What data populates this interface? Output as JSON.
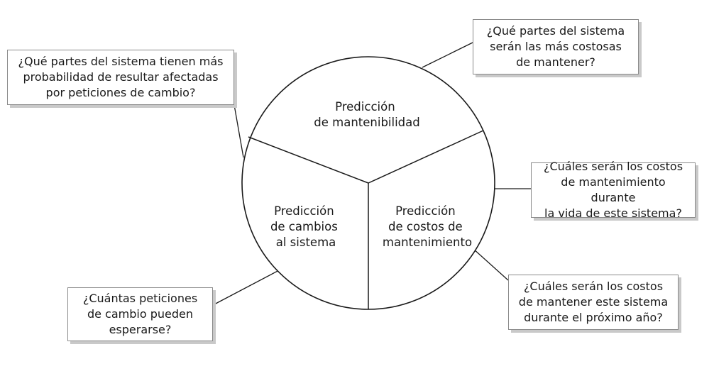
{
  "segments": {
    "top": {
      "lines": [
        "Predicción",
        "de mantenibilidad"
      ]
    },
    "left": {
      "lines": [
        "Predicción",
        "de cambios",
        "al sistema"
      ]
    },
    "right": {
      "lines": [
        "Predicción",
        "de costos de",
        "mantenimiento"
      ]
    }
  },
  "callouts": {
    "top_left": "¿Qué partes del sistema tienen más\nprobabilidad de resultar afectadas\npor peticiones de cambio?",
    "top_right": "¿Qué partes del sistema\nserán las más costosas\nde mantener?",
    "mid_right": "¿Cuáles serán los costos\nde mantenimiento durante\nla vida de este sistema?",
    "bottom_right": "¿Cuáles serán los costos\nde mantener este sistema\ndurante el próximo año?",
    "bottom_left": "¿Cuántas peticiones\nde cambio pueden\nesperarse?"
  },
  "colors": {
    "stroke": "#1a1a1a",
    "box_border": "#8a8a8a",
    "box_shadow": "#c9c9c9"
  }
}
